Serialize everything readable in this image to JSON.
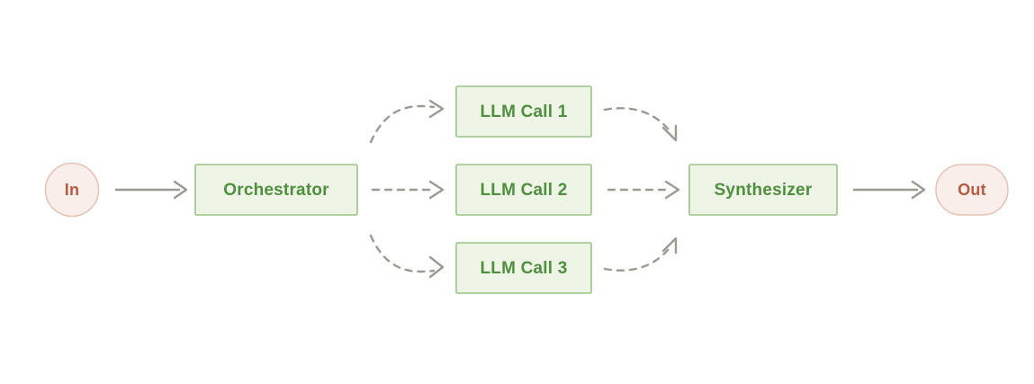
{
  "diagram": {
    "type": "orchestrator-workers-flow",
    "background_color": "#ffffff",
    "palette": {
      "box_fill": "#eef5e7",
      "box_stroke": "#9cc285",
      "box_text": "#4f8f3e",
      "terminal_fill": "#faeeea",
      "terminal_stroke": "#e4c3b8",
      "terminal_text": "#b35c42",
      "edge_color": "#9a9a92",
      "dashed_edge_color": "#9a9a92"
    },
    "nodes": [
      {
        "id": "in",
        "label": "In",
        "shape": "circle",
        "kind": "terminal"
      },
      {
        "id": "orchestrator",
        "label": "Orchestrator",
        "shape": "rect",
        "kind": "process"
      },
      {
        "id": "llm1",
        "label": "LLM Call 1",
        "shape": "rect",
        "kind": "process"
      },
      {
        "id": "llm2",
        "label": "LLM Call 2",
        "shape": "rect",
        "kind": "process"
      },
      {
        "id": "llm3",
        "label": "LLM Call 3",
        "shape": "rect",
        "kind": "process"
      },
      {
        "id": "synthesizer",
        "label": "Synthesizer",
        "shape": "rect",
        "kind": "process"
      },
      {
        "id": "out",
        "label": "Out",
        "shape": "stadium",
        "kind": "terminal"
      }
    ],
    "edges": [
      {
        "from": "in",
        "to": "orchestrator",
        "style": "solid",
        "arrowhead": "open-v"
      },
      {
        "from": "orchestrator",
        "to": "llm1",
        "style": "dashed",
        "arrowhead": "open-v"
      },
      {
        "from": "orchestrator",
        "to": "llm2",
        "style": "dashed",
        "arrowhead": "open-v"
      },
      {
        "from": "orchestrator",
        "to": "llm3",
        "style": "dashed",
        "arrowhead": "open-v"
      },
      {
        "from": "llm1",
        "to": "synthesizer",
        "style": "dashed",
        "arrowhead": "open-corner-down"
      },
      {
        "from": "llm2",
        "to": "synthesizer",
        "style": "dashed",
        "arrowhead": "open-v"
      },
      {
        "from": "llm3",
        "to": "synthesizer",
        "style": "dashed",
        "arrowhead": "open-corner-up"
      },
      {
        "from": "synthesizer",
        "to": "out",
        "style": "solid",
        "arrowhead": "open-v"
      }
    ]
  }
}
